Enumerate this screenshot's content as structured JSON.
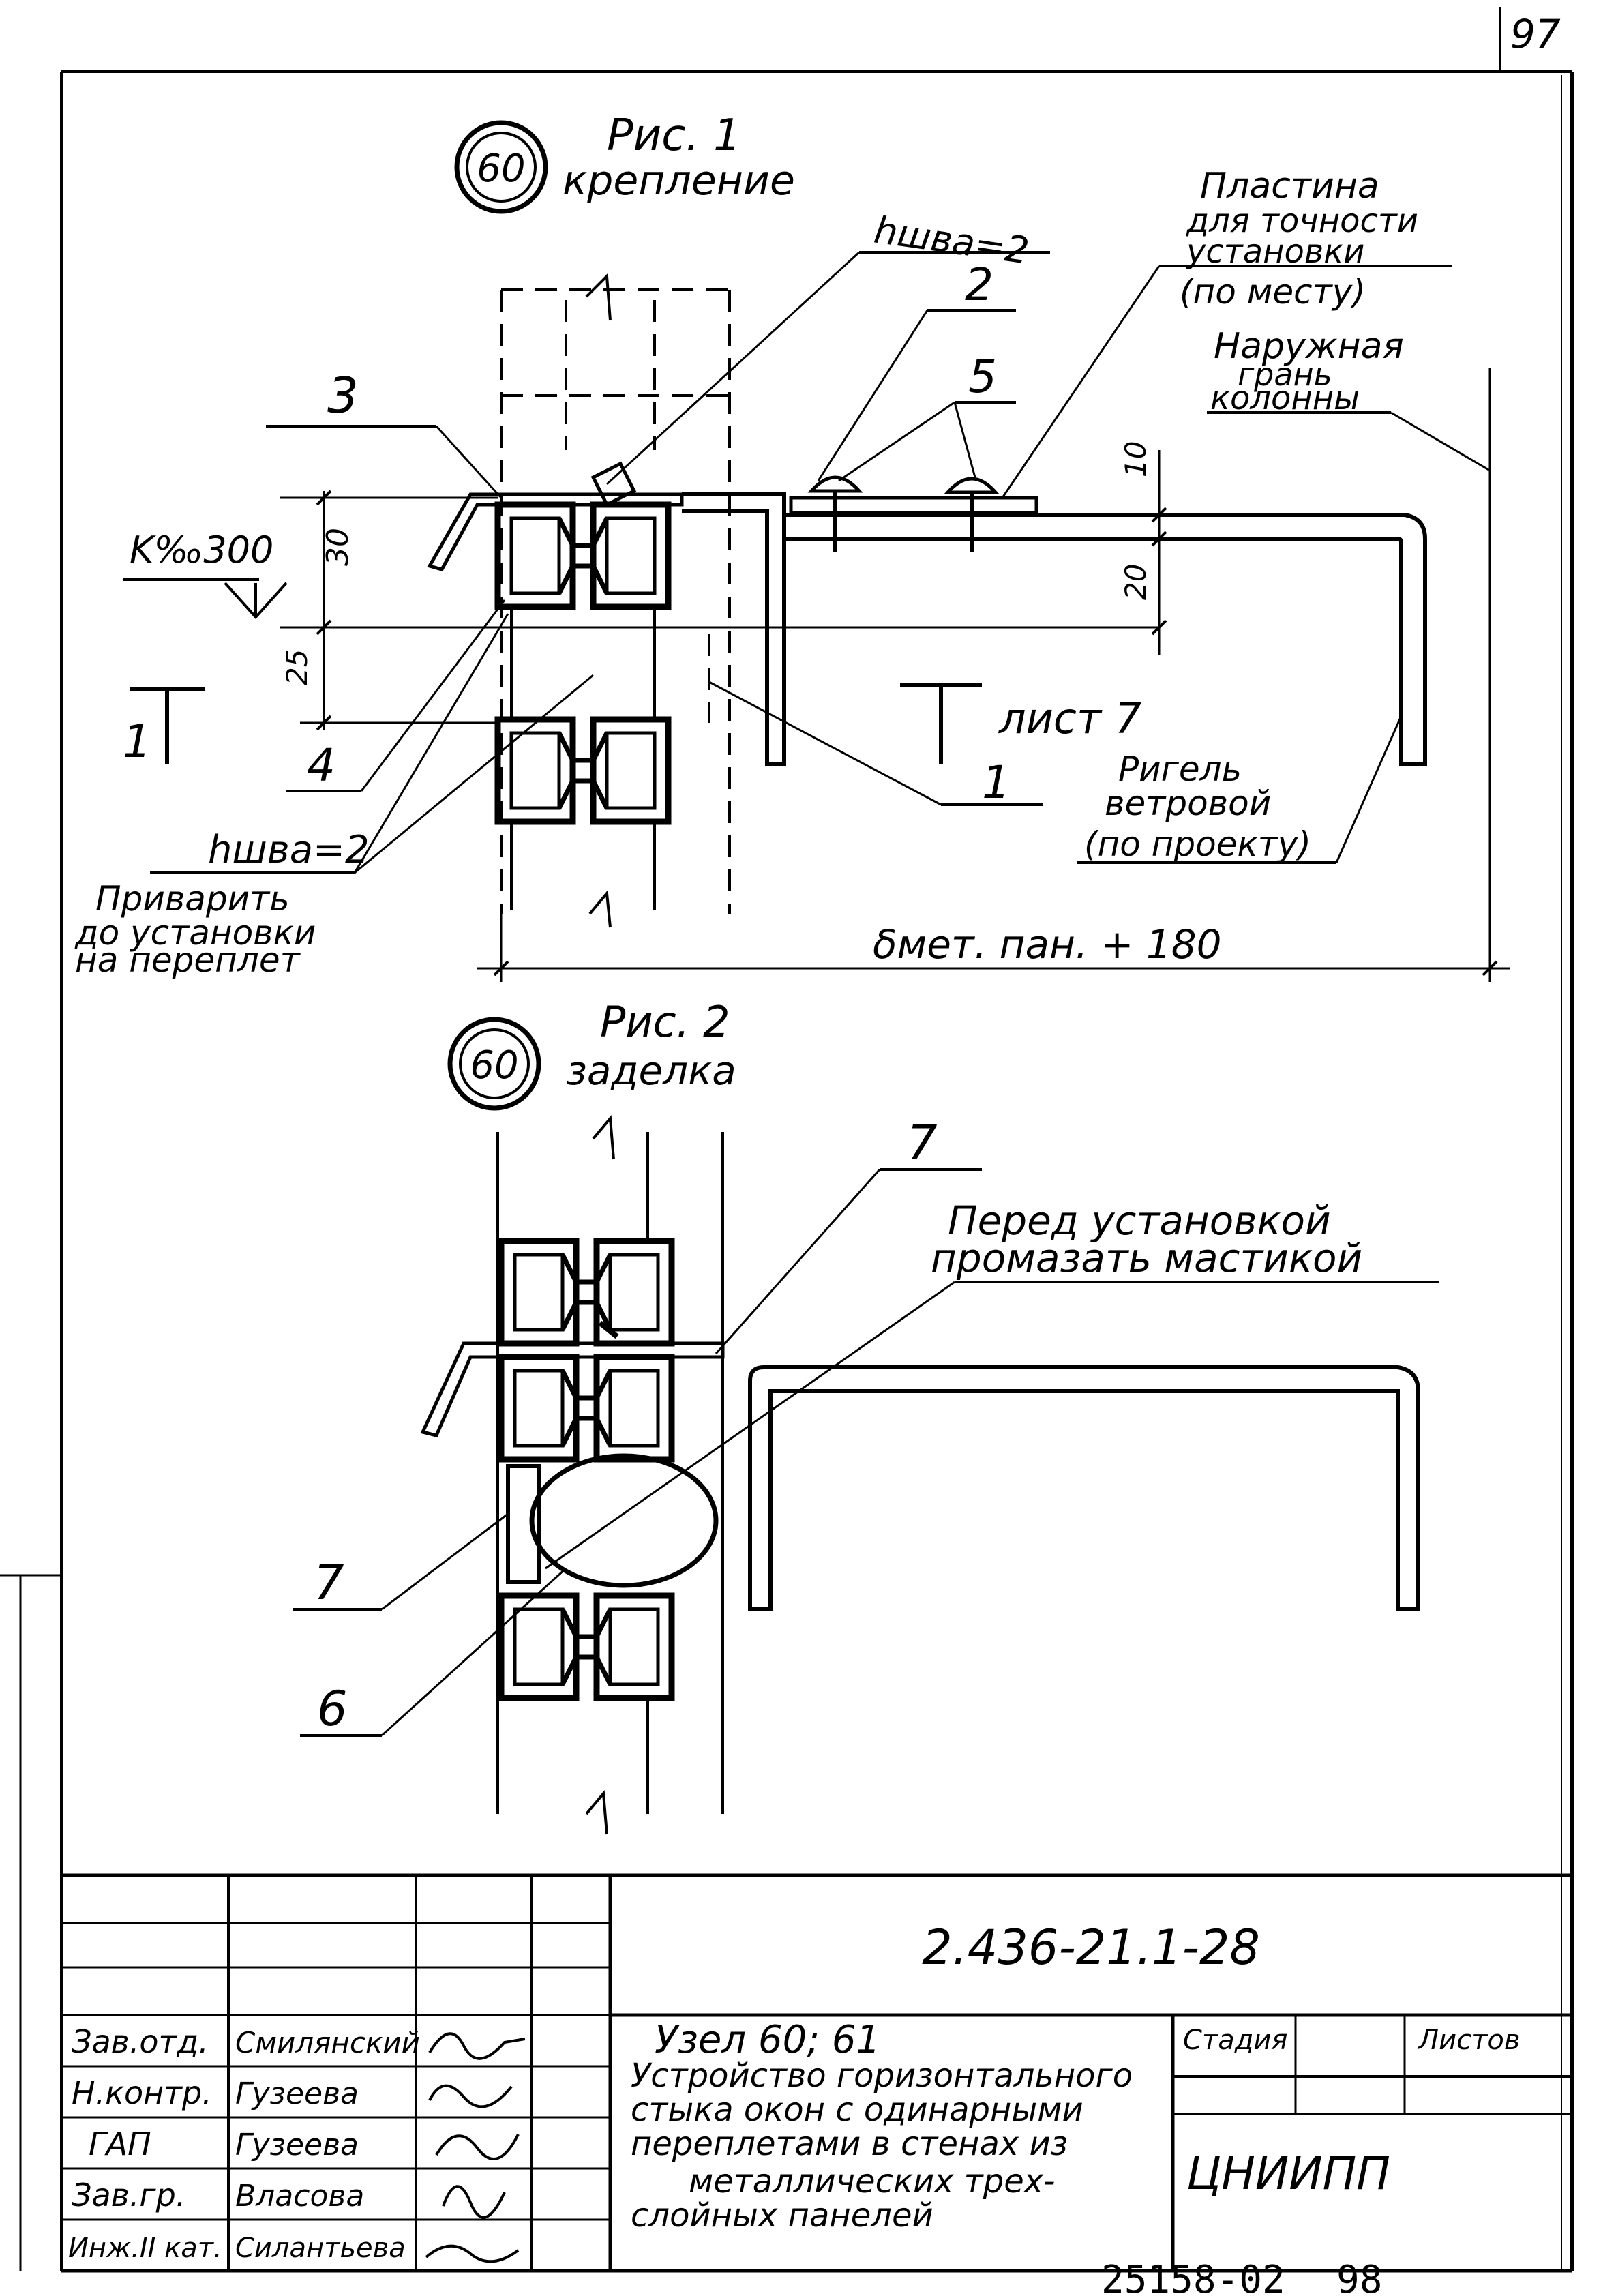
{
  "page": {
    "number": "97",
    "archive_number": "25158-02",
    "archive_page": "98"
  },
  "fig1": {
    "marker": "60",
    "title_line1": "Рис. 1",
    "title_line2": "крепление",
    "labels": {
      "weld_top": "hшва=2",
      "pos_2": "2",
      "pos_5": "5",
      "pos_3": "3",
      "pos_4": "4",
      "pos_1_section": "1",
      "pos_1_callout": "1",
      "level": "K‰300",
      "dim_30": "30",
      "dim_25": "25",
      "dim_10": "10",
      "dim_20": "20",
      "section_ref": "лист 7",
      "plate_1": "Пластина",
      "plate_2": "для точности",
      "plate_3": "установки",
      "plate_4": "(по месту)",
      "face_1": "Наружная",
      "face_2": "грань",
      "face_3": "колонны",
      "rigel_1": "Ригель",
      "rigel_2": "ветровой",
      "rigel_3": "(по проекту)",
      "weld_bottom": "hшва=2",
      "weld_note_1": "Приварить",
      "weld_note_2": "до установки",
      "weld_note_3": "на переплет",
      "width_dim": "δмет. пан. + 180"
    }
  },
  "fig2": {
    "marker": "60",
    "title_line1": "Рис. 2",
    "title_line2": "заделка",
    "labels": {
      "pos_7_top": "7",
      "mastic_1": "Перед установкой",
      "mastic_2": "промазать мастикой",
      "pos_7_left": "7",
      "pos_6": "6"
    }
  },
  "title_block": {
    "doc_code": "2.436-21.1-28",
    "title_1": "Узел 60; 61",
    "title_2": "Устройство горизонтального",
    "title_3": "стыка окон с одинарными",
    "title_4": "переплетами в стенах из",
    "title_5": "металлических трех-",
    "title_6": "слойных панелей",
    "stage_header": "Стадия",
    "sheets_header": "Листов",
    "org": "ЦНИИПП",
    "roles": [
      {
        "role": "Зав.отд.",
        "name": "Смилянский"
      },
      {
        "role": "Н.контр.",
        "name": "Гузеева"
      },
      {
        "role": "ГАП",
        "name": "Гузеева"
      },
      {
        "role": "Зав.гр.",
        "name": "Власова"
      },
      {
        "role": "Инж.II кат.",
        "name": "Силантьева"
      }
    ]
  }
}
